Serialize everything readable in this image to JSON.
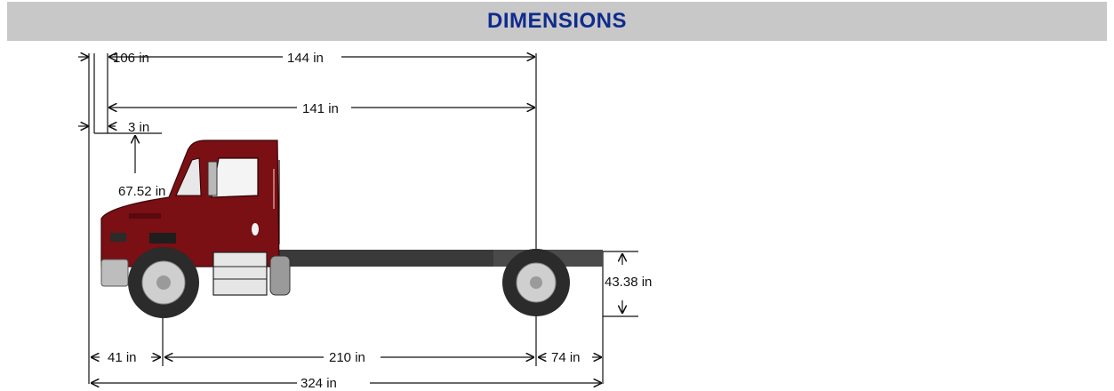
{
  "header": {
    "title": "DIMENSIONS"
  },
  "dimensions": {
    "bumper_to_back_of_cab": "106 in",
    "bumper_to_rear_axle_top": "144 in",
    "bumper_to_rear_axle_mid": "141 in",
    "offset": "3 in",
    "frame_to_cab_top_height": "67.52 in",
    "frame_height": "43.38 in",
    "front_overhang": "41 in",
    "wheelbase": "210 in",
    "rear_overhang": "74 in",
    "overall_length": "324 in"
  },
  "truck": {
    "cab_color": "#7a0f14",
    "frame_color": "#3a3a3a",
    "wheel_color": "#2b2b2b",
    "rim_color": "#cfcfcf"
  }
}
